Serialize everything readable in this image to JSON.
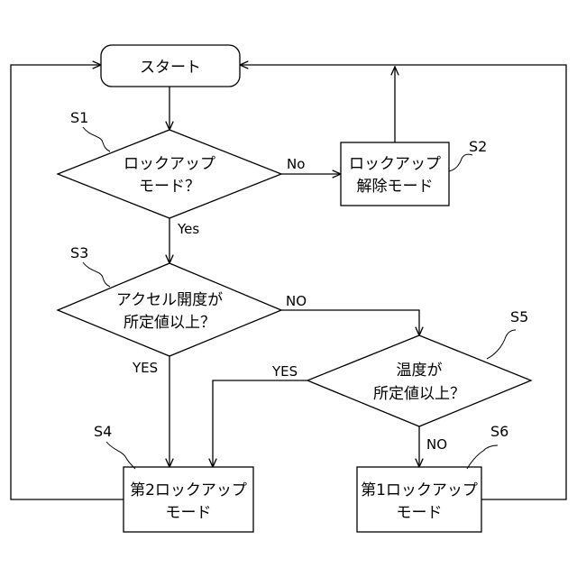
{
  "nodes": {
    "start": {
      "label": "スタート"
    },
    "s1": {
      "line1": "ロックアップ",
      "line2": "モード？",
      "step": "S1"
    },
    "s2": {
      "line1": "ロックアップ",
      "line2": "解除モード",
      "step": "S2"
    },
    "s3": {
      "line1": "アクセル開度が",
      "line2": "所定値以上？",
      "step": "S3"
    },
    "s4": {
      "line1": "第2ロックアップ",
      "line2": "モード",
      "step": "S4"
    },
    "s5": {
      "line1": "温度が",
      "line2": "所定値以上？",
      "step": "S5"
    },
    "s6": {
      "line1": "第1ロックアップ",
      "line2": "モード",
      "step": "S6"
    }
  },
  "edges": {
    "s1_no": "No",
    "s1_yes": "Yes",
    "s3_no": "NO",
    "s3_yes": "YES",
    "s5_yes": "YES",
    "s5_no": "NO"
  }
}
